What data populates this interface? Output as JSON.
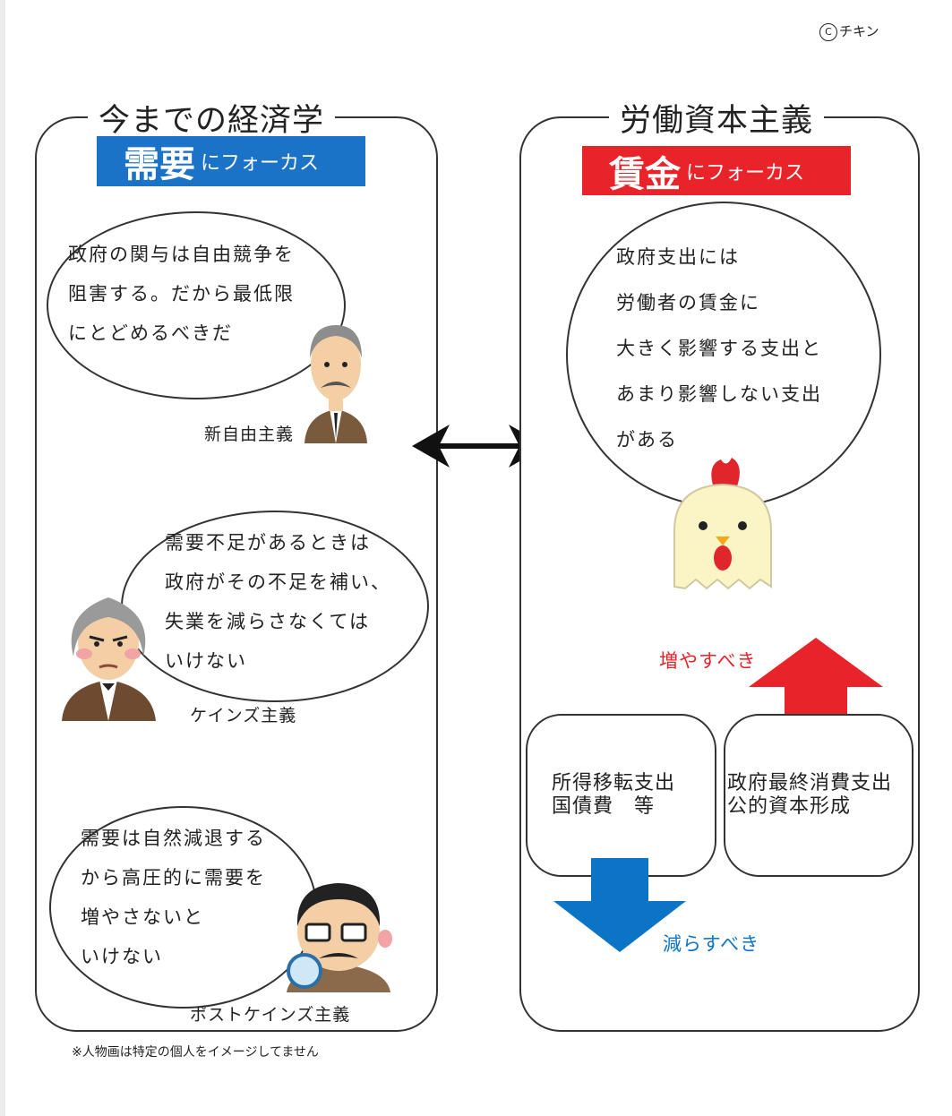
{
  "credit": {
    "symbol": "C",
    "text": "チキン"
  },
  "left_panel": {
    "title": "今までの経済学",
    "banner": {
      "big": "需要",
      "small": "にフォーカス",
      "color": "#1a73c6"
    },
    "bubbles": [
      {
        "lines": [
          "政府の関与は自由競争を",
          "阻害する。だから最低限",
          "にとどめるべきだ"
        ],
        "speaker": "新自由主義"
      },
      {
        "lines": [
          "需要不足があるときは",
          "政府がその不足を補い、",
          "失業を減らさなくては",
          "いけない"
        ],
        "speaker": "ケインズ主義"
      },
      {
        "lines": [
          "需要は自然減退する",
          "から高圧的に需要を",
          "増やさないと",
          "いけない"
        ],
        "speaker": "ポストケインズ主義"
      }
    ]
  },
  "right_panel": {
    "title": "労働資本主義",
    "banner": {
      "big": "賃金",
      "small": "にフォーカス",
      "color": "#e8232a"
    },
    "bubble": {
      "lines": [
        "政府支出には",
        "労働者の賃金に",
        "大きく影響する支出と",
        "あまり影響しない支出",
        "がある"
      ]
    },
    "boxes": [
      {
        "lines": [
          "所得移転支出",
          "国債費　等"
        ]
      },
      {
        "lines": [
          "政府最終消費支出",
          "公的資本形成"
        ]
      }
    ],
    "increase_label": "増やすべき",
    "decrease_label": "減らすべき",
    "increase_color": "#e8232a",
    "decrease_color": "#0b74c4"
  },
  "footnote": "※人物画は特定の個人をイメージしてません"
}
